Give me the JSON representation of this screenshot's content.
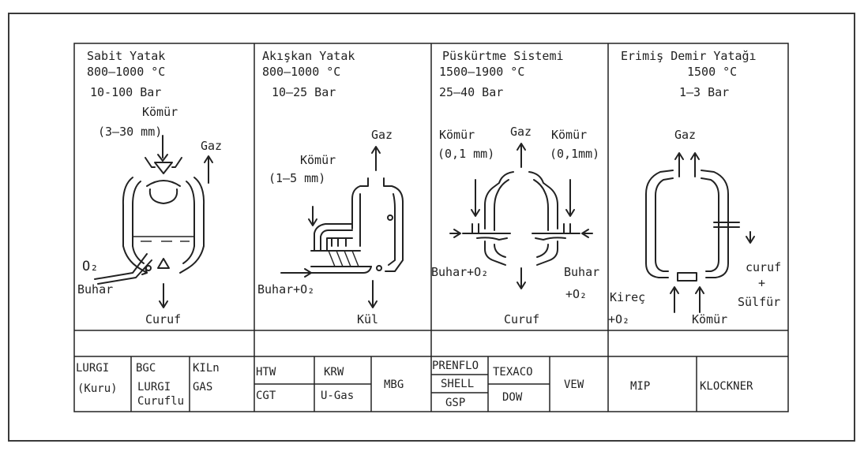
{
  "columns": [
    {
      "title": "Sabit Yatak",
      "temp": "800–1000 °C",
      "pressure": "10-100 Bar",
      "labels": {
        "komur": "Kömür",
        "size": "(3–30 mm)",
        "gaz": "Gaz",
        "o2": "O₂",
        "buhar": "Buhar",
        "curuf": "Curuf"
      }
    },
    {
      "title": "Akışkan Yatak",
      "temp": "800–1000 °C",
      "pressure": "10–25 Bar",
      "labels": {
        "gaz": "Gaz",
        "komur": "Kömür",
        "size": "(1–5 mm)",
        "buhar": "Buhar+O₂",
        "kul": "Kül"
      }
    },
    {
      "title": "Püskürtme Sistemi",
      "temp": "1500–1900 °C",
      "pressure": "25–40 Bar",
      "labels": {
        "komur_left": "Kömür",
        "size_left": "(0,1 mm)",
        "gaz": "Gaz",
        "komur_right": "Kömür",
        "size_right": "(0,1mm)",
        "buhar_left": "Buhar+O₂",
        "buhar_right": "Buhar",
        "o2_right": "+O₂",
        "curuf": "Curuf"
      }
    },
    {
      "title": "Erimiş Demir Yatağı",
      "temp": "1500 °C",
      "pressure": "1–3 Bar",
      "labels": {
        "gaz": "Gaz",
        "curuf": "curuf",
        "plus": "+",
        "sulfur": "Sülfür",
        "kirec": "Kireç",
        "o2": "+O₂",
        "komur": "Kömür"
      }
    }
  ],
  "processes": {
    "lurgi": "LURGI",
    "kuru": "(Kuru)",
    "bgc": "BGC",
    "lurgi2": "LURGI",
    "curuflu": "Curuflu",
    "kiln": "KILn",
    "gas": "GAS",
    "htw": "HTW",
    "cgt": "CGT",
    "krw": "KRW",
    "ugas": "U-Gas",
    "mbg": "MBG",
    "prenflo": "PRENFLO",
    "shell": "SHELL",
    "gsp": "GSP",
    "texaco": "TEXACO",
    "dow": "DOW",
    "vew": "VEW",
    "mip": "MIP",
    "klockner": "KLOCKNER"
  }
}
